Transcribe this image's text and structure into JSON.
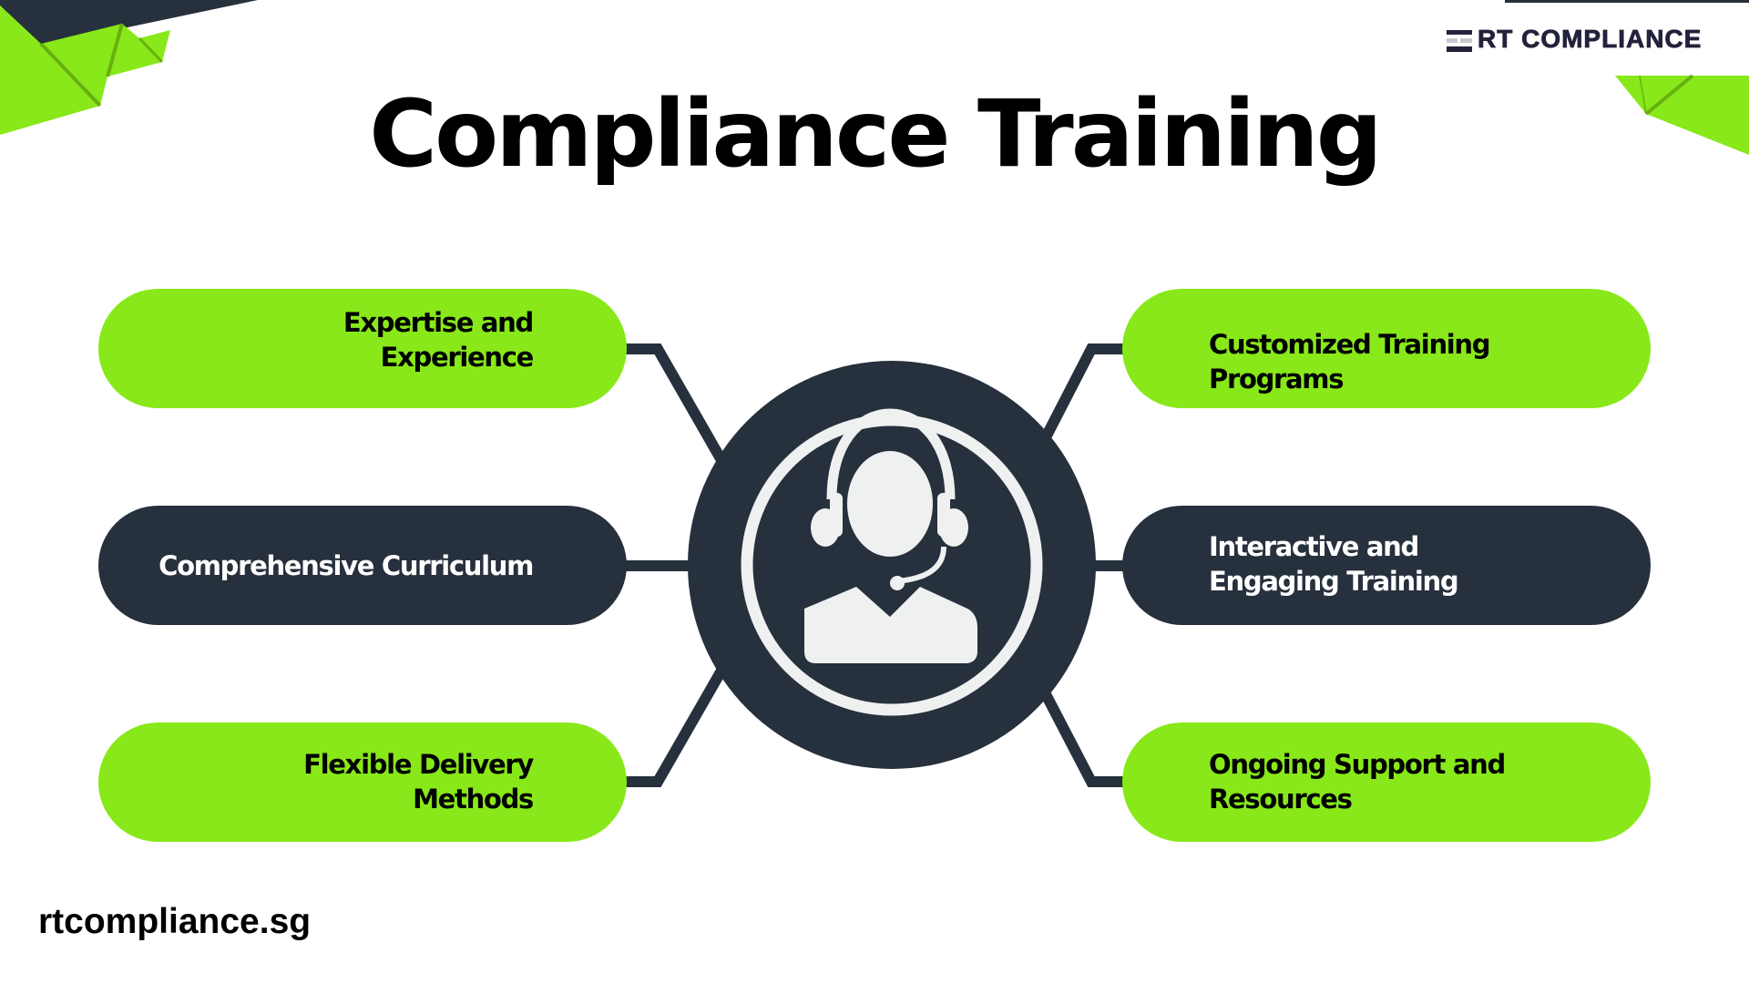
{
  "brand": {
    "logo_icon": "stacked-bars-icon",
    "logo_text": "RT COMPLIANCE",
    "website": "rtcompliance.sg"
  },
  "header": {
    "title": "Compliance Training"
  },
  "center": {
    "icon": "customer-support-headset-icon"
  },
  "features": {
    "left": [
      {
        "label": "Expertise and Experience",
        "line1": "Expertise and",
        "line2": "Experience",
        "style": "green"
      },
      {
        "label": "Comprehensive Curriculum",
        "line1": "Comprehensive Curriculum",
        "line2": "",
        "style": "dark"
      },
      {
        "label": "Flexible Delivery Methods",
        "line1": "Flexible Delivery",
        "line2": "Methods",
        "style": "green"
      }
    ],
    "right": [
      {
        "label": "Customized Training Programs",
        "line1": "Customized Training",
        "line2": "Programs",
        "style": "green"
      },
      {
        "label": "Interactive and Engaging Training",
        "line1": "Interactive and",
        "line2": "Engaging Training",
        "style": "dark"
      },
      {
        "label": "Ongoing Support and Resources",
        "line1": "Ongoing Support and",
        "line2": "Resources",
        "style": "green"
      }
    ]
  },
  "colors": {
    "accent_green": "#88e819",
    "dark_navy": "#27303d",
    "logo_navy": "#23223b",
    "light_icon": "#eff1f0",
    "background": "#ffffff"
  }
}
